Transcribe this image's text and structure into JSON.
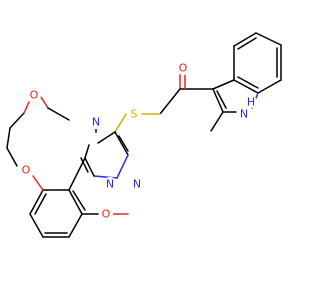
{
  "atoms": {
    "n_triazole_1": {
      "label": "N",
      "color": "#2a2af2"
    },
    "n_triazole_2": {
      "label": "N",
      "color": "#2a2af2"
    },
    "n_triazole_4": {
      "label": "N",
      "color": "#2a2af2"
    },
    "s_thioether": {
      "label": "S",
      "color": "#c9b300"
    },
    "o_ketone": {
      "label": "O",
      "color": "#e8231b"
    },
    "nh_indole": {
      "label": "N",
      "color": "#2a2af2"
    },
    "h_indole": {
      "label": "H",
      "color": "#2a2af2"
    },
    "o_methoxy": {
      "label": "O",
      "color": "#e8231b"
    },
    "o_dioxepine_upper": {
      "label": "O",
      "color": "#e8231b"
    },
    "o_dioxepine_lower": {
      "label": "O",
      "color": "#e8231b"
    }
  }
}
